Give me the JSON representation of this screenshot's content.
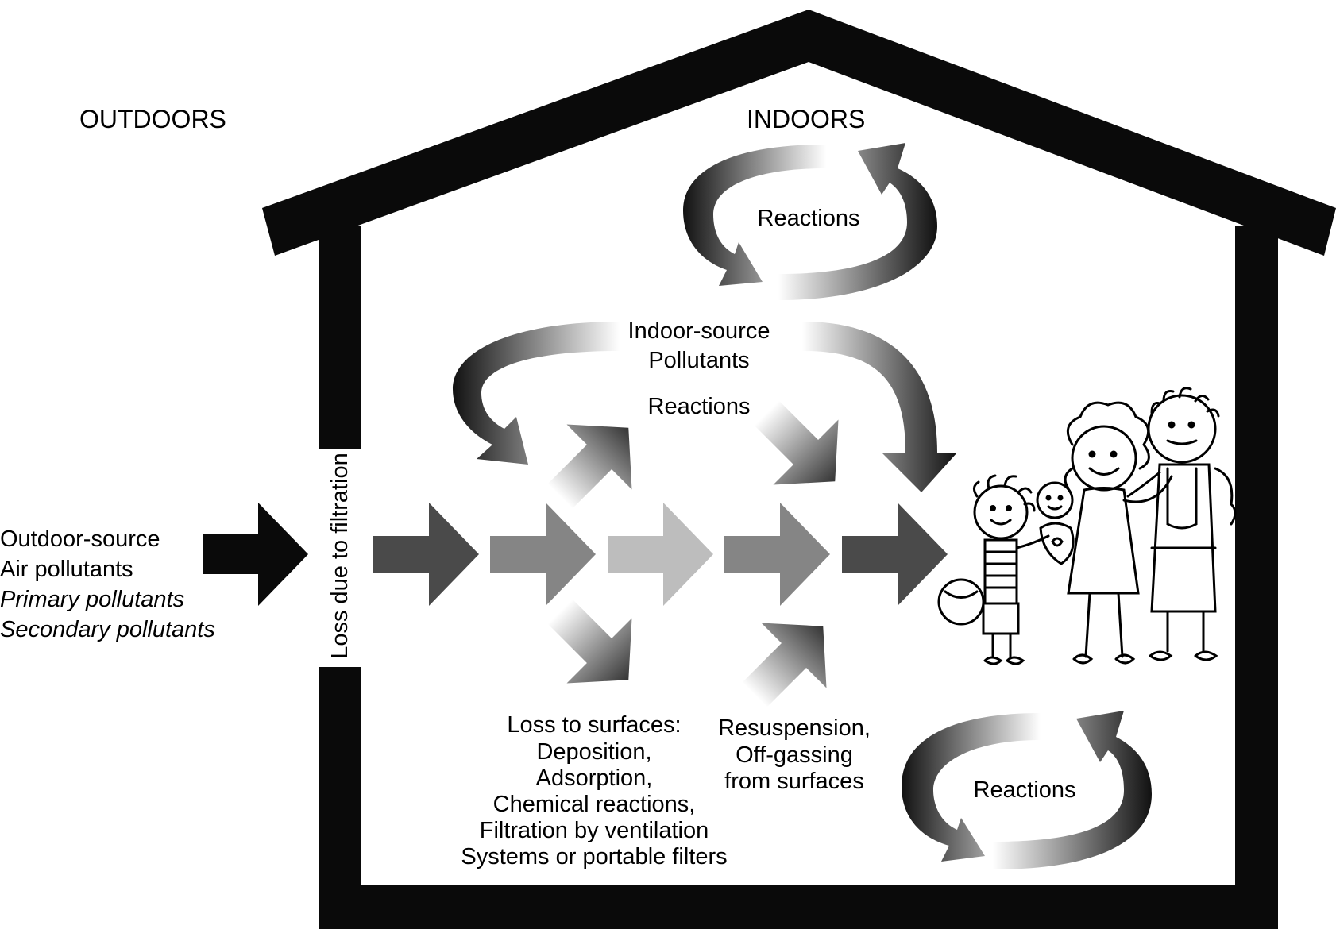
{
  "diagram": {
    "outdoors_label": "OUTDOORS",
    "indoors_label": "INDOORS",
    "outdoor_source": {
      "line1": "Outdoor-source",
      "line2": "Air pollutants",
      "line3": "Primary pollutants",
      "line4": "Secondary pollutants"
    },
    "filtration_label": "Loss due to filtration",
    "indoor_source": {
      "line1": "Indoor-source",
      "line2": "Pollutants"
    },
    "reactions_top": "Reactions",
    "reactions_middle": "Reactions",
    "reactions_bottom": "Reactions",
    "loss_to_surfaces": {
      "line1": "Loss to surfaces:",
      "line2": "Deposition,",
      "line3": "Adsorption,",
      "line4": "Chemical reactions,",
      "line5": "Filtration by ventilation",
      "line6": "Systems or portable filters"
    },
    "resuspension": {
      "line1": "Resuspension,",
      "line2": "Off-gassing",
      "line3": "from surfaces"
    },
    "people_icon": "family-icon",
    "colors": {
      "house": "#0a0a0a",
      "arrow_dark": "#4a4a4a",
      "arrow_mid": "#8a8a8a",
      "arrow_light": "#bdbdbd"
    }
  }
}
